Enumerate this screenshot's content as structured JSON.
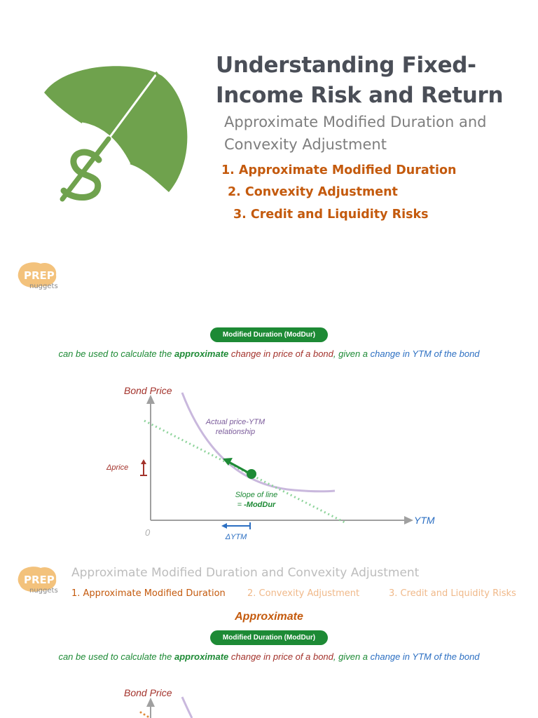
{
  "header": {
    "title": "Understanding Fixed-Income Risk and Return",
    "title_line1": "Understanding Fixed-",
    "title_line2": "Income Risk and Return",
    "subtitle_line1": "Approximate Modified Duration and",
    "subtitle_line2": "Convexity Adjustment",
    "toc": [
      "1. Approximate Modified Duration",
      "2. Convexity Adjustment",
      "3. Credit and Liquidity Risks"
    ]
  },
  "brand": {
    "logo_line1": "PREP",
    "logo_line2": "nuggets"
  },
  "slide1": {
    "pill": "Modified Duration (ModDur)",
    "sentence": {
      "part1": "can be used to calculate the ",
      "part2": "approximate",
      "part3": " change in price of a bond",
      "part4": ", given a ",
      "part5": "change in YTM of the bond"
    }
  },
  "chart_data": {
    "type": "line",
    "ylabel": "Bond Price",
    "xlabel": "YTM",
    "origin_label": "0",
    "curve_label_line1": "Actual price-YTM",
    "curve_label_line2": "relationship",
    "slope_label_line1": "Slope of line",
    "slope_label_line2_prefix": "= ",
    "slope_label_line2_bold": "-ModDur",
    "delta_price_label": "Δprice",
    "delta_ytm_label": "ΔYTM"
  },
  "slide2": {
    "section_title": "Approximate Modified Duration and Convexity Adjustment",
    "nav": [
      "1. Approximate Modified Duration",
      "2. Convexity Adjustment",
      "3. Credit and Liquidity Risks"
    ],
    "heading": "Approximate",
    "pill": "Modified Duration (ModDur)",
    "chart_ylabel": "Bond Price"
  },
  "colors": {
    "green": "#1d8a35",
    "umbrella": "#6fa24d",
    "orange": "#c45a0d",
    "dark_red": "#a3322b",
    "blue": "#2c6fc2",
    "purple": "#b9a3d1"
  }
}
